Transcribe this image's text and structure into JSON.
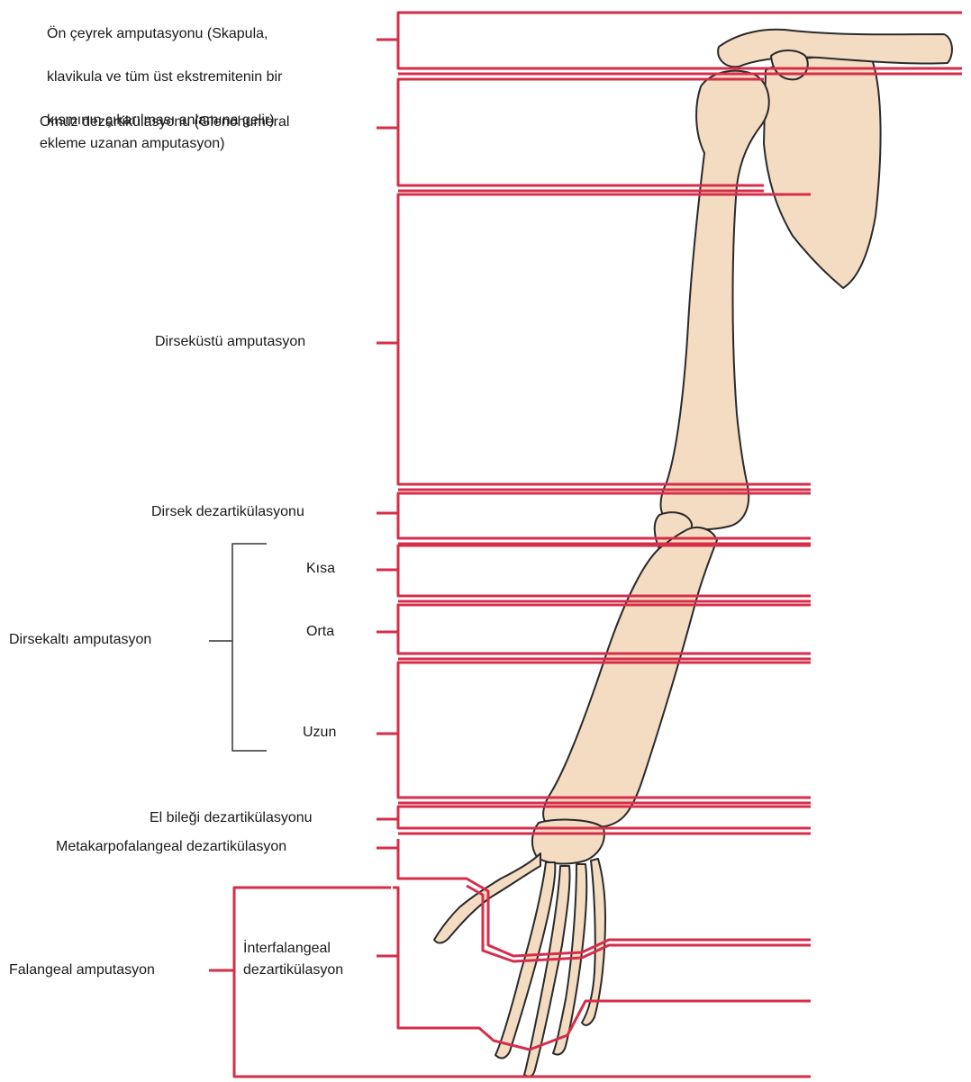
{
  "colors": {
    "line": "#d62e4a",
    "bracket": "#333333",
    "bone_fill": "#f3dcc2",
    "bone_outline": "#2a2a2a"
  },
  "labels": {
    "forequarter": "Ön çeyrek amputasyonu (Skapula, klavikula ve tüm üst ekstremitenin bir kısmının çıkarılması anlamına gelir)",
    "forequarter_lines": [
      "Ön çeyrek amputasyonu (Skapula,",
      "klavikula ve tüm üst ekstremitenin bir",
      "kısmının çıkarılması anlamına gelir)"
    ],
    "shoulder": "Omuz dezartikülasyonu (Glenohumeral ekleme uzanan amputasyon)",
    "shoulder_lines": [
      "Omuz dezartikülasyonu (Glenohumeral",
      "ekleme uzanan amputasyon)"
    ],
    "above_elbow": "Dirseküstü amputasyon",
    "elbow": "Dirsek dezartikülasyonu",
    "short": "Kısa",
    "mid": "Orta",
    "long": "Uzun",
    "below_elbow": "Dirsekaltı amputasyon",
    "wrist": "El bileği dezartikülasyonu",
    "mcp": "Metakarpofalangeal dezartikülasyon",
    "interphalangeal_lines": [
      "İnterfalangeal",
      "dezartikülasyon"
    ],
    "phalangeal": "Falangeal amputasyon"
  }
}
